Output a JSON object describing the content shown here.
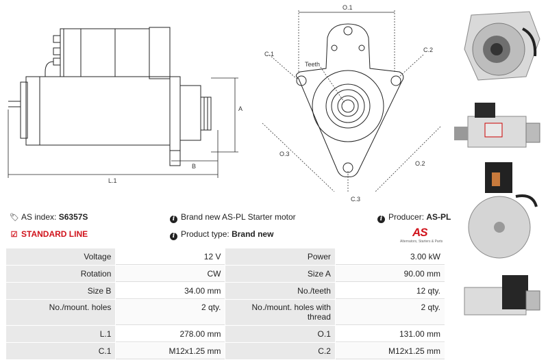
{
  "drawing": {
    "side": {
      "dim_a": "A",
      "dim_b": "B",
      "dim_l1": "L.1"
    },
    "front": {
      "o1": "O.1",
      "o2": "O.2",
      "o3": "O.3",
      "c1": "C.1",
      "c2": "C.2",
      "c3": "C.3",
      "teeth": "Teeth"
    }
  },
  "info": {
    "as_index_label": "AS index:",
    "as_index_value": "S6357S",
    "line_label": "STANDARD LINE",
    "description": "Brand new AS-PL Starter motor",
    "product_type_label": "Product type:",
    "product_type_value": "Brand new",
    "producer_label": "Producer:",
    "producer_value": "AS-PL"
  },
  "logo": {
    "mark": "AS",
    "tagline": "Alternators, Starters & Parts"
  },
  "specs": [
    {
      "label1": "Voltage",
      "value1": "12 V",
      "label2": "Power",
      "value2": "3.00 kW"
    },
    {
      "label1": "Rotation",
      "value1": "CW",
      "label2": "Size A",
      "value2": "90.00 mm"
    },
    {
      "label1": "Size B",
      "value1": "34.00 mm",
      "label2": "No./teeth",
      "value2": "12 qty."
    },
    {
      "label1": "No./mount. holes",
      "value1": "2 qty.",
      "label2": "No./mount. holes with thread",
      "value2": "2 qty."
    },
    {
      "label1": "L.1",
      "value1": "278.00 mm",
      "label2": "O.1",
      "value2": "131.00 mm"
    },
    {
      "label1": "C.1",
      "value1": "M12x1.25 mm",
      "label2": "C.2",
      "value2": "M12x1.25 mm"
    }
  ]
}
